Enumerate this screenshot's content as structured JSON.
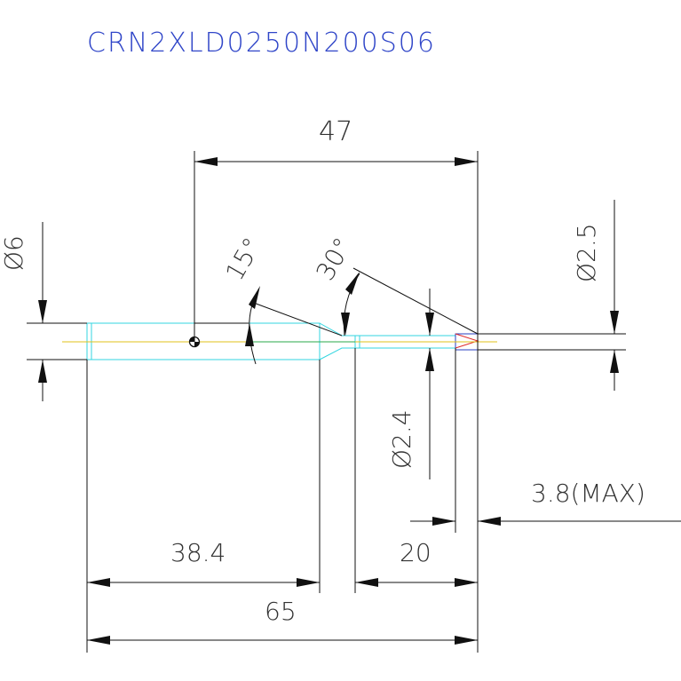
{
  "drawing": {
    "title": "CRN2XLD0250N200S06",
    "colors": {
      "title": "#2f45c8",
      "dimension": "#111111",
      "outline": "#33d6e0",
      "centerline": "#e0c21a",
      "tip_edge": "#2a3fc0",
      "tip_mark": "#e02a2a"
    },
    "dimensions": {
      "total_length": "65",
      "shank_length": "38.4",
      "flute_length": "20",
      "tip_to_pivot": "47",
      "shank_diameter": "Ø6",
      "tip_diameter": "Ø2.5",
      "neck_diameter": "Ø2.4",
      "cutting_length": "3.8(MAX)",
      "taper_angle": "15°",
      "point_angle": "30°"
    }
  }
}
